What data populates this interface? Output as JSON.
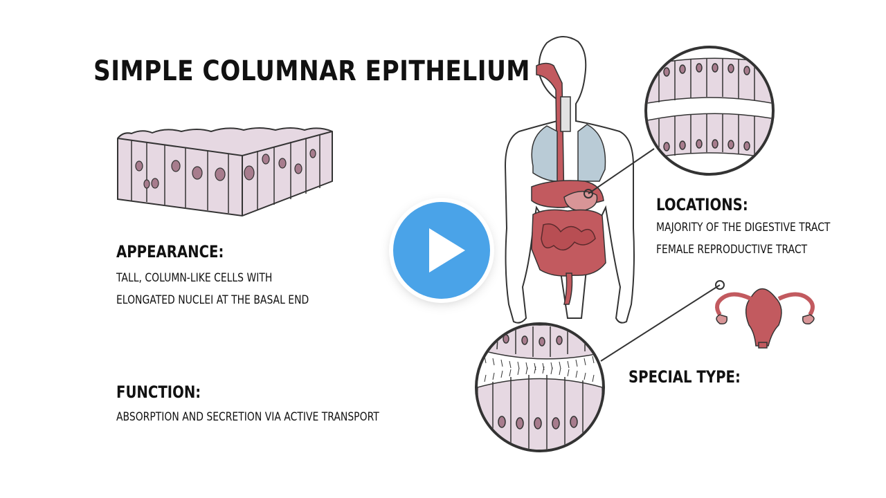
{
  "title": "SIMPLE COLUMNAR EPITHELIUM",
  "appearance": {
    "heading": "APPEARANCE:",
    "lines": [
      "TALL, COLUMN-LIKE CELLS WITH",
      "ELONGATED NUCLEI AT THE BASAL END"
    ]
  },
  "function": {
    "heading": "FUNCTION:",
    "lines": [
      "ABSORPTION AND SECRETION VIA ACTIVE TRANSPORT"
    ]
  },
  "locations": {
    "heading": "LOCATIONS:",
    "lines": [
      "MAJORITY OF THE DIGESTIVE TRACT",
      "FEMALE REPRODUCTIVE TRACT"
    ]
  },
  "special": {
    "heading": "SPECIAL TYPE:"
  },
  "colors": {
    "cell_fill": "#e6d8e2",
    "nucleus": "#a77c8d",
    "organ": "#c25a5f",
    "lung": "#b9cbd6",
    "play_button": "#4aa3e8"
  },
  "icons": {
    "play": "play-icon"
  }
}
